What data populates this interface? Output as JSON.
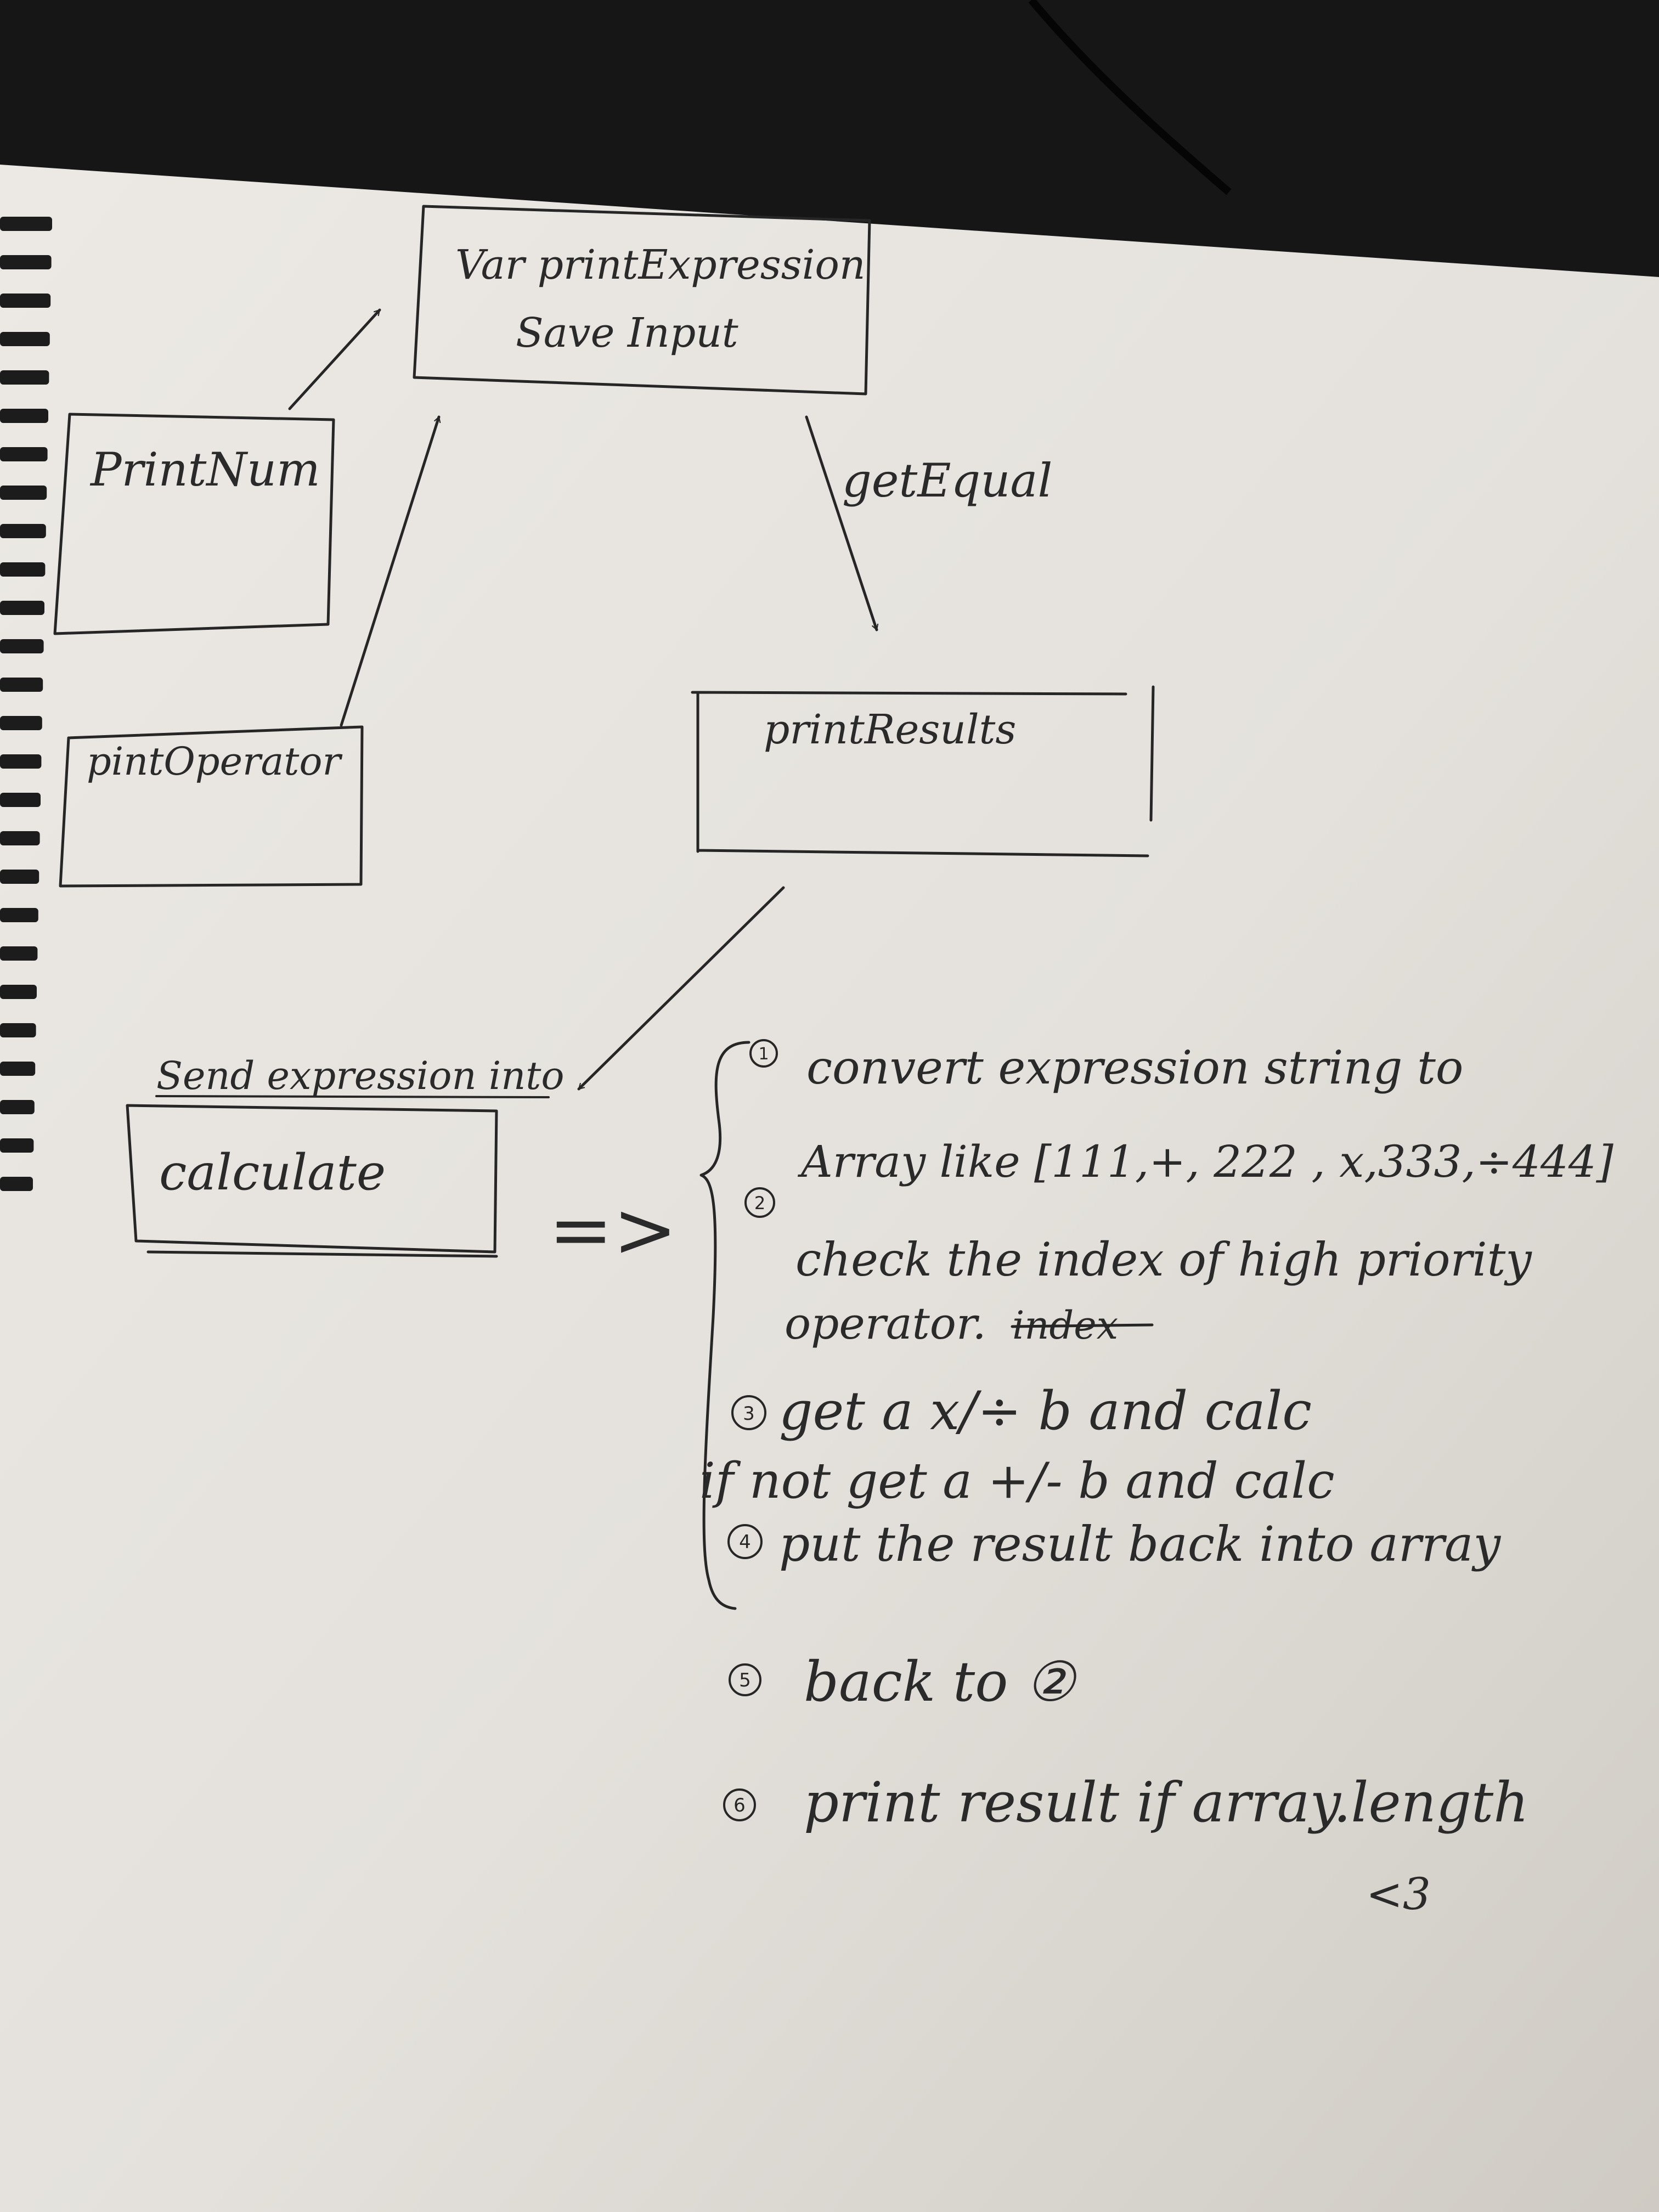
{
  "boxes": {
    "expression": {
      "line1": "Var printExpression",
      "line2": "Save Input"
    },
    "print_num": "PrintNum",
    "print_operator": "pintOperator",
    "print_results": "printResults",
    "calculate": "calculate"
  },
  "arrows": {
    "get_equal": "getEqual",
    "send_expression": "Send expression into"
  },
  "implies": "=>",
  "steps": [
    {
      "num": "1",
      "lines": [
        "convert expression string to",
        "Array like [111,+, 222 , x,333,÷444]"
      ]
    },
    {
      "num": "2",
      "lines": [
        "check the index of high priority",
        "operator."
      ]
    },
    {
      "num": "3",
      "lines": [
        "get a x/÷ b and calc",
        "if not get a +/- b and calc"
      ]
    },
    {
      "num": "4",
      "lines": [
        "put the result back into array"
      ]
    },
    {
      "num": "5",
      "lines": [
        "back to ②"
      ]
    },
    {
      "num": "6",
      "lines": [
        "print result if array.length",
        "<3"
      ]
    }
  ],
  "struck_word": "index"
}
